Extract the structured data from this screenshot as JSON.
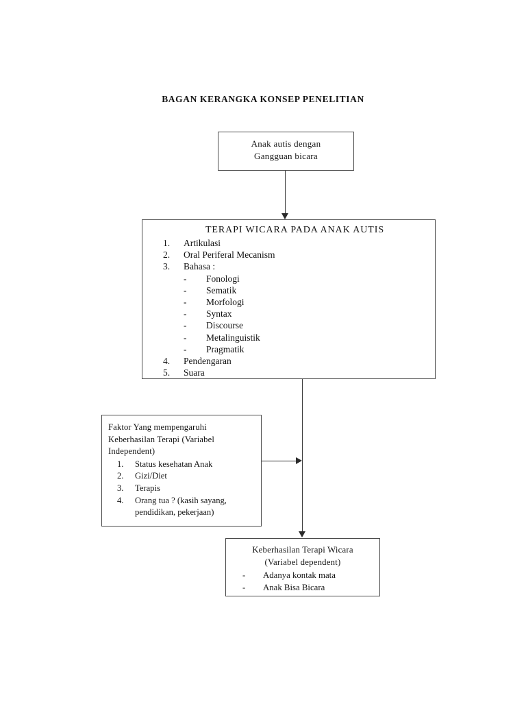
{
  "document": {
    "title": "BAGAN KERANGKA KONSEP PENELITIAN",
    "background_color": "#ffffff",
    "text_color": "#141414",
    "line_color": "#3a3a3a"
  },
  "diagram": {
    "type": "flowchart",
    "nodes": [
      {
        "id": "source",
        "shape": "rectangle",
        "lines": [
          "Anak autis dengan",
          "Gangguan bicara"
        ]
      },
      {
        "id": "therapy",
        "shape": "rectangle",
        "heading": "TERAPI WICARA PADA ANAK AUTIS",
        "numbered_items": [
          {
            "marker": "1.",
            "text": "Artikulasi"
          },
          {
            "marker": "2.",
            "text": "Oral Periferal Mecanism"
          },
          {
            "marker": "3.",
            "text": "Bahasa :"
          }
        ],
        "sub_items": [
          {
            "marker": "-",
            "text": "Fonologi"
          },
          {
            "marker": "-",
            "text": "Sematik"
          },
          {
            "marker": "-",
            "text": "Morfologi"
          },
          {
            "marker": "-",
            "text": "Syntax"
          },
          {
            "marker": "-",
            "text": "Discourse"
          },
          {
            "marker": "-",
            "text": "Metalinguistik"
          },
          {
            "marker": "-",
            "text": "Pragmatik"
          }
        ],
        "numbered_items_tail": [
          {
            "marker": "4.",
            "text": "Pendengaran"
          },
          {
            "marker": "5.",
            "text": "Suara"
          }
        ]
      },
      {
        "id": "factors",
        "shape": "rectangle",
        "paragraph_lines": [
          "Faktor Yang mempengaruhi",
          "Keberhasilan Terapi (Variabel",
          "Independent)"
        ],
        "numbered_items": [
          {
            "marker": "1.",
            "text": "Status kesehatan Anak",
            "continuation": ""
          },
          {
            "marker": "2.",
            "text": "Gizi/Diet",
            "continuation": ""
          },
          {
            "marker": "3.",
            "text": "Terapis",
            "continuation": ""
          },
          {
            "marker": "4.",
            "text": "Orang tua ? (kasih sayang,",
            "continuation": "pendidikan, pekerjaan)"
          }
        ]
      },
      {
        "id": "outcome",
        "shape": "rectangle",
        "lines": [
          "Keberhasilan Terapi Wicara",
          "(Variabel dependent)"
        ],
        "dash_items": [
          {
            "marker": "-",
            "text": "Adanya kontak mata"
          },
          {
            "marker": "-",
            "text": "Anak Bisa Bicara"
          }
        ]
      }
    ],
    "connectors": [
      {
        "id": "source-to-therapy",
        "from": "source",
        "to": "therapy",
        "direction": "down",
        "arrowhead": true
      },
      {
        "id": "therapy-to-outcome",
        "from": "therapy",
        "to": "outcome",
        "direction": "down",
        "arrowhead": true
      },
      {
        "id": "factors-to-main-flow",
        "from": "factors",
        "to": "therapy-to-outcome",
        "direction": "right",
        "arrowhead": true
      }
    ]
  }
}
